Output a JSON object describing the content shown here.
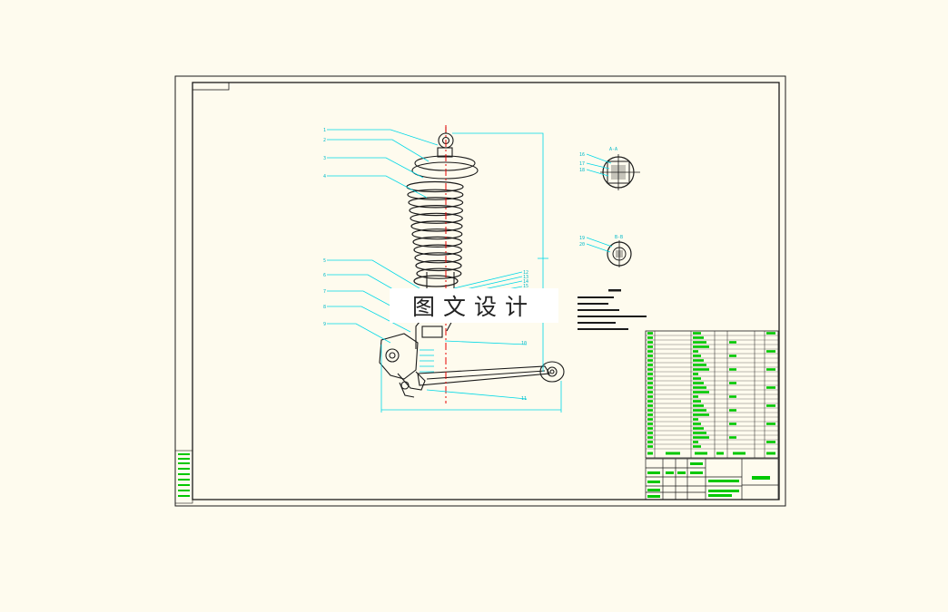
{
  "watermark": "图文设计",
  "colors": {
    "background": "#fefbee",
    "frame": "#1a1a1a",
    "leader": "#00d8e6",
    "centerline": "#e60000",
    "table_text": "#00c800"
  },
  "section_views": [
    "A-A",
    "B-B"
  ],
  "balloons": [
    "1",
    "2",
    "3",
    "4",
    "5",
    "6",
    "7",
    "8",
    "9",
    "10",
    "11",
    "12",
    "13",
    "14",
    "15",
    "16",
    "17",
    "18",
    "19",
    "20"
  ]
}
